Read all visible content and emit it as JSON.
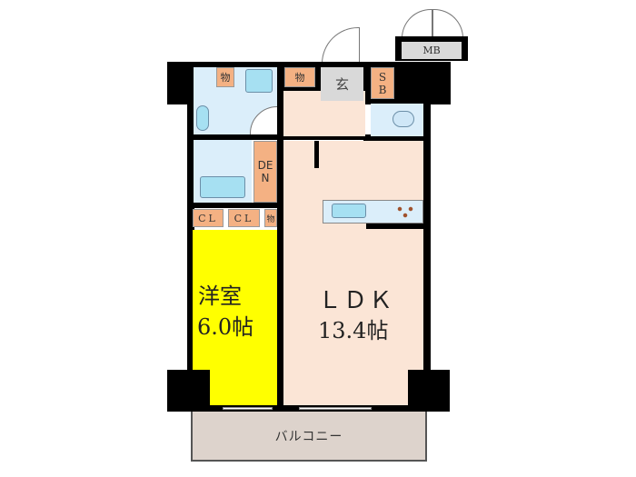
{
  "floorplan": {
    "rooms": {
      "western_room": {
        "name": "洋室",
        "size": "6.0帖"
      },
      "ldk": {
        "name": "ＬＤＫ",
        "size": "13.4帖"
      },
      "balcony": "バルコニー",
      "entrance": "玄",
      "shoe_box": "SB",
      "meter_box": "MB",
      "den": "DEN",
      "closet_1": "CL",
      "closet_2": "CL",
      "storage_1": "物",
      "storage_2": "物",
      "storage_3": "物"
    },
    "colors": {
      "western_room": "#ffff00",
      "ldk": "#fbe5d6",
      "wet_area": "#dbeefa",
      "storage": "#f4b183",
      "balcony": "#ddd3cc",
      "entrance": "#d9d9d9"
    }
  }
}
